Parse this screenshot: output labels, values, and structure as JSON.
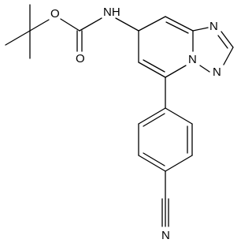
{
  "molecule": {
    "atom_labels": {
      "O_ester": "O",
      "O_carbonyl": "O",
      "NH": "NH",
      "N_triazole_top": "N",
      "N_bridge": "N",
      "N_triazole_bottom": "N",
      "N_nitrile": "N"
    },
    "colors": {
      "bond": "#000000",
      "label": "#000000",
      "background": "#ffffff"
    }
  }
}
